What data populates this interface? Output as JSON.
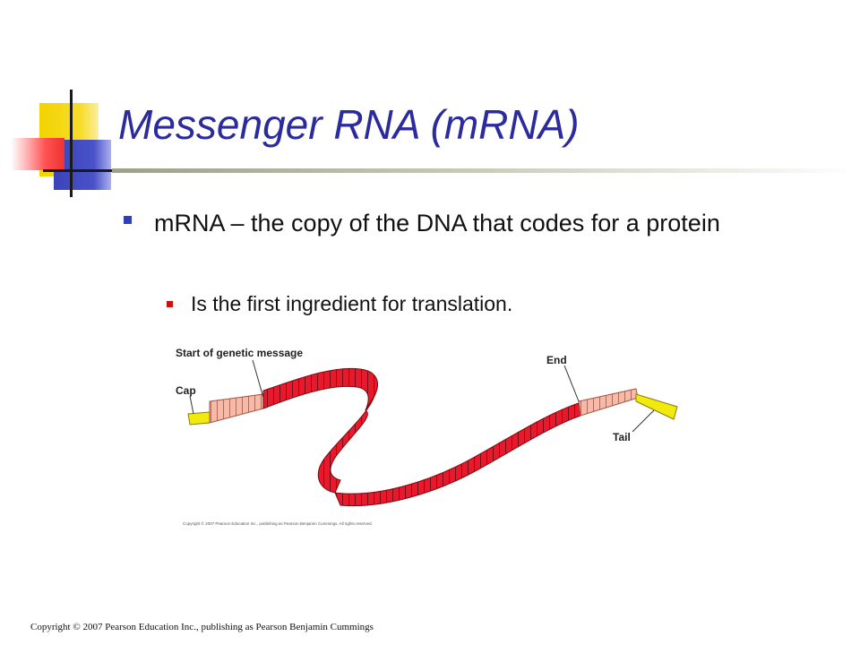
{
  "slide": {
    "title": "Messenger RNA (mRNA)",
    "bullets": [
      {
        "text": "mRNA – the copy of the DNA that codes for a protein",
        "level": 1
      },
      {
        "text": "Is the first ingredient for translation.",
        "level": 2
      }
    ],
    "footer": "Copyright © 2007 Pearson Education Inc., publishing as Pearson Benjamin Cummings"
  },
  "figure": {
    "labels": {
      "start": "Start of genetic message",
      "cap": "Cap",
      "end": "End",
      "tail": "Tail"
    },
    "credit": "Copyright © 2007 Pearson Education Inc., publishing as Pearson Benjamin Cummings. All rights reserved.",
    "colors": {
      "coding": "#e8192c",
      "untranslated": "#f7b9a8",
      "cap_tail": "#f2ea0e",
      "title": "#2b2b9e",
      "bullet": "#2f3fb8"
    }
  }
}
